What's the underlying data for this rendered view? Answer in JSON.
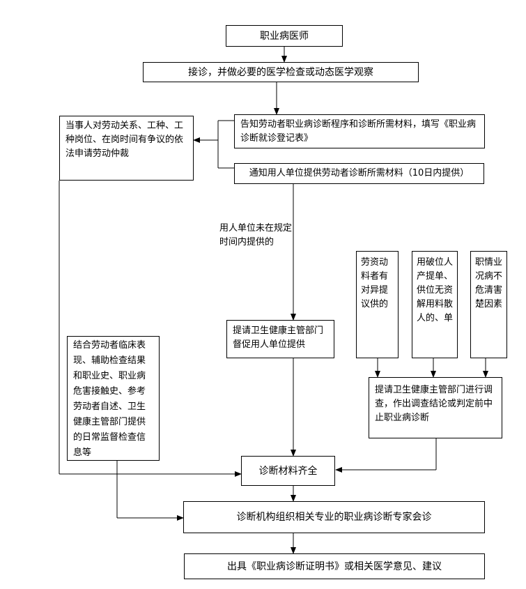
{
  "nodes": {
    "doctor": "职业病医师",
    "reception": "接诊，并做必要的医学检查或动态医学观察",
    "inform_worker": "告知劳动者职业病诊断程序和诊断所需材料，填写《职业病诊断就诊登记表》",
    "arbitration": "当事人对劳动关系、工种、工种岗位、在岗时间有争议的依法申请劳动仲裁",
    "notify_employer": "通知用人单位提供劳动者诊断所需材料（10日内提供）",
    "request_health_dept": "提请卫生健康主管部门督促用人单位提供",
    "worker_dispute": "劳资动料者有对异提议供的",
    "employer_broken": "用破位人产提单、供位无资解用料散人的、单",
    "unclear_hazard": "职情业况病不危清害楚因素",
    "investigation": "提请卫生健康主管部门进行调查，作出调查结论或判定前中止职业病诊断",
    "combine_info": "结合劳动者临床表现、辅助检查结果和职业史、职业病危害接触史、参考劳动者自述、卫生健康主管部门提供的日常监督检查信息等",
    "materials_complete": "诊断材料齐全",
    "expert_consult": "诊断机构组织相关专业的职业病诊断专家会诊",
    "issue_certificate": "出具《职业病诊断证明书》或相关医学意见、建议"
  },
  "edge_labels": {
    "not_provided": "用人单位未在规定时间内提供的"
  },
  "colors": {
    "line": "#000000",
    "box_border": "#000000",
    "background": "#ffffff"
  }
}
